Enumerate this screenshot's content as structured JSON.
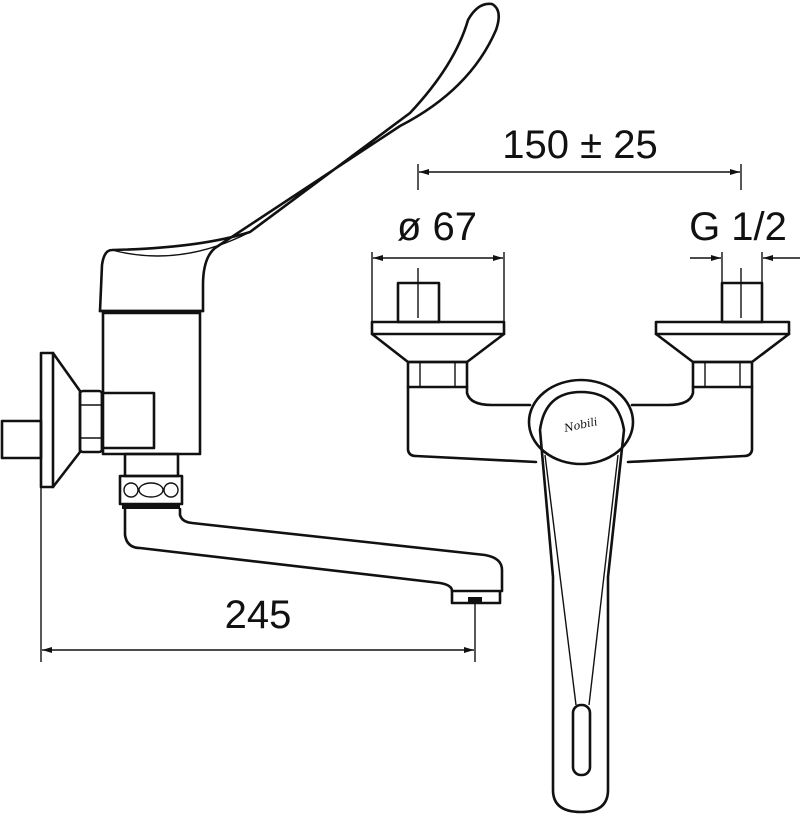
{
  "drawing": {
    "title": "Wall-mounted faucet technical drawing",
    "dimensions": {
      "spout_reach": "245",
      "center_distance": "150 ± 25",
      "flange_diameter": "ø 67",
      "thread": "G 1/2"
    },
    "logo_text": "Nobili",
    "line_color": "#111111",
    "background": "#ffffff"
  }
}
